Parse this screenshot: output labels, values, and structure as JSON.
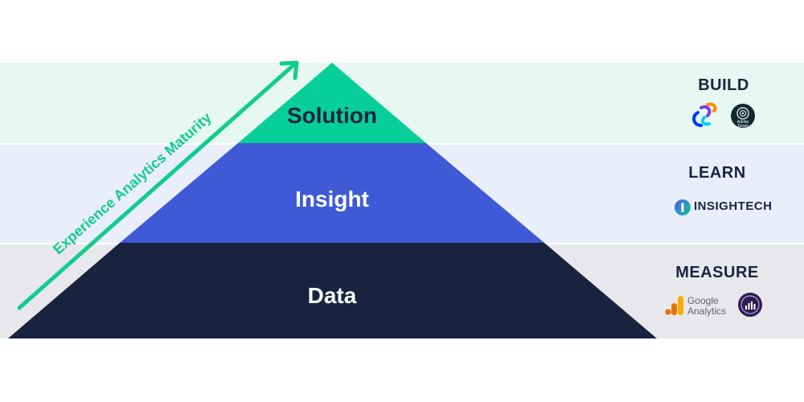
{
  "tiers": [
    {
      "label": "Solution",
      "color": "#06cf99"
    },
    {
      "label": "Insight",
      "color": "#4059d6"
    },
    {
      "label": "Data",
      "color": "#19233e"
    }
  ],
  "bands": [
    {
      "stage": "BUILD",
      "color": "#e6f8f1"
    },
    {
      "stage": "LEARN",
      "color": "#eaedfa"
    },
    {
      "stage": "MEASURE",
      "color": "#e8e8ec"
    }
  ],
  "arrow": {
    "label": "Experience Analytics Maturity",
    "color": "#12cc8e"
  },
  "logos": {
    "build": [
      {
        "icon": "optimizely-logo-icon"
      },
      {
        "icon": "adobe-target-logo-icon",
        "text": "Adobe Target"
      }
    ],
    "learn": [
      {
        "icon": "insightech-logo-icon",
        "text": "INSIGHTECH"
      }
    ],
    "measure": [
      {
        "icon": "google-analytics-logo-icon",
        "text_line1": "Google",
        "text_line2": "Analytics"
      },
      {
        "icon": "adobe-analytics-logo-icon"
      }
    ]
  }
}
